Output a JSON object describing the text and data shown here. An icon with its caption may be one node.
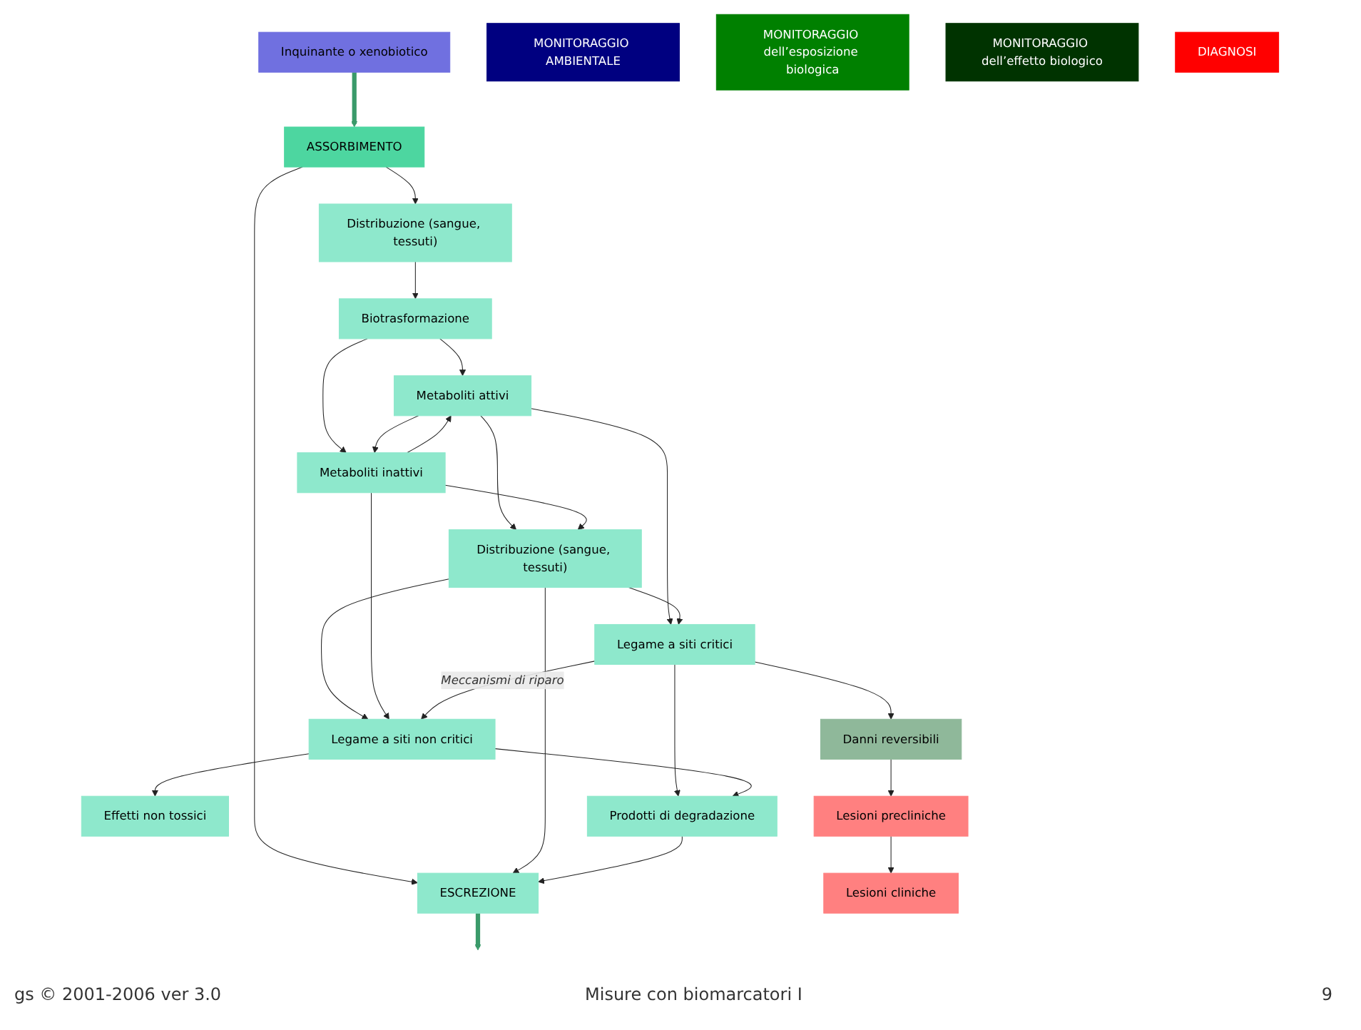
{
  "diagram": {
    "nodes": [
      {
        "text": [
          "Inquinante o xenobiotico"
        ]
      },
      {
        "text": [
          "MONITORAGGIO AMBIENTALE"
        ]
      },
      {
        "text": [
          "MONITORAGGIO dell’esposizione biologica"
        ]
      },
      {
        "text": [
          "ASSORBIMENTO"
        ]
      },
      {
        "text": [
          "Distribuzione (sangue, tessuti)"
        ]
      },
      {
        "text": [
          "Biotrasformazione"
        ]
      },
      {
        "text": [
          "ESCREZIONE"
        ]
      },
      {
        "text": [
          "Metaboliti attivi"
        ]
      },
      {
        "text": [
          "Metaboliti inattivi"
        ]
      },
      {
        "text": [
          "Distribuzione (sangue, tessuti)"
        ]
      },
      {
        "text": [
          "Legame a siti critici"
        ]
      },
      {
        "text": [
          "Legame a siti non critici"
        ]
      },
      {
        "text": [
          "Effetti non tossici"
        ]
      },
      {
        "text": [
          "Prodotti di degradazione"
        ]
      },
      {
        "text": [
          "Danni reversibili"
        ]
      },
      {
        "text": [
          "MONITORAGGIO dell’effetto biologico"
        ]
      },
      {
        "text": [
          "Lesioni precliniche"
        ]
      },
      {
        "text": [
          "Lesioni cliniche"
        ]
      },
      {
        "text": [
          "DIAGNOSI"
        ]
      }
    ],
    "edges": [
      {
        "from": 0,
        "to": 3,
        "arrow": "to",
        "style": "thick",
        "color": "#3a9a6a"
      },
      {
        "from": 3,
        "to": 6,
        "arrow": "to"
      },
      {
        "from": 3,
        "to": 4,
        "arrow": "to"
      },
      {
        "from": 4,
        "to": 5,
        "arrow": "to"
      },
      {
        "from": 5,
        "to": 7,
        "arrow": "to"
      },
      {
        "from": 5,
        "to": 8,
        "arrow": "to"
      },
      {
        "from": 7,
        "to": 8,
        "arrow": "to"
      },
      {
        "from": 8,
        "to": 7,
        "arrow": "to"
      },
      {
        "from": 7,
        "to": 9,
        "arrow": "to"
      },
      {
        "from": 8,
        "to": 9,
        "arrow": "to"
      },
      {
        "from": 9,
        "to": 6,
        "arrow": "to"
      },
      {
        "from": 7,
        "to": 10,
        "arrow": "to"
      },
      {
        "from": 9,
        "to": 10,
        "arrow": "to"
      },
      {
        "from": 9,
        "to": 11,
        "arrow": "to"
      },
      {
        "from": 8,
        "to": 11,
        "arrow": "to"
      },
      {
        "from": 10,
        "to": 11,
        "arrow": "to",
        "label": "Meccanismi di riparo"
      },
      {
        "from": 10,
        "to": 13,
        "arrow": "to"
      },
      {
        "from": 11,
        "to": 13,
        "arrow": "to"
      },
      {
        "from": 11,
        "to": 12,
        "arrow": "to"
      },
      {
        "from": 13,
        "to": 6,
        "arrow": "to"
      },
      {
        "from": 10,
        "to": 14,
        "arrow": "to"
      },
      {
        "from": 14,
        "to": 16,
        "arrow": "to"
      },
      {
        "from": 16,
        "to": 17,
        "arrow": "to"
      },
      {
        "from": 6,
        "to": null,
        "arrow": "to",
        "style": "thick",
        "color": "#3a9a6a"
      }
    ],
    "labels": [
      "gs © 2001-2006 ver 3.0",
      "Misure con biomarcatori I",
      "9"
    ]
  }
}
